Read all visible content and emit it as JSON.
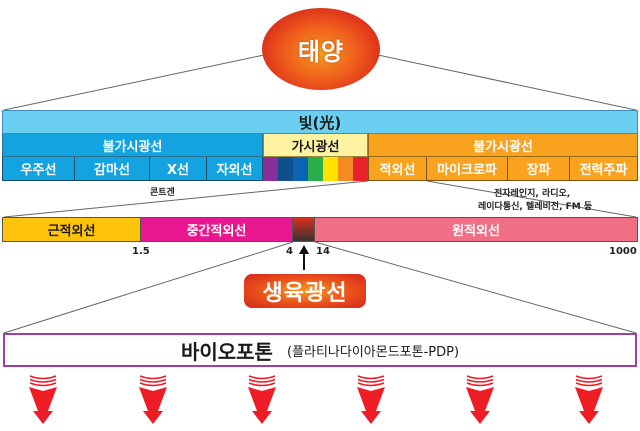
{
  "sun": {
    "label": "태양",
    "color": "#e8401c"
  },
  "spectrum": {
    "title": "빛(光)",
    "bands": [
      {
        "label": "불가시광선",
        "color": "#12a3e0"
      },
      {
        "label": "가시광선",
        "color": "#fef3a1"
      },
      {
        "label": "불가시광선",
        "color": "#f8a21e"
      }
    ],
    "left_types": [
      "우주선",
      "감마선",
      "X선",
      "자외선"
    ],
    "visible_colors": [
      "#8a2e9c",
      "#0f4f8c",
      "#0b63b6",
      "#2eae4a",
      "#ffe200",
      "#f48a22",
      "#e8222b"
    ],
    "right_types": [
      "적외선",
      "마이크로파",
      "장파",
      "전력주파"
    ]
  },
  "notes": {
    "xray_note": "콘트겐",
    "microwave_note_line1": "전자레인지, 라디오,",
    "microwave_note_line2": "레이다통신, 텔레비전, FM 등"
  },
  "infrared": {
    "segments": [
      {
        "label": "근적외선",
        "color": "#fdc40b"
      },
      {
        "label": "중간적외선",
        "color": "#e8168f"
      },
      {
        "label": "",
        "color": "#8a2e24"
      },
      {
        "label": "원적외선",
        "color": "#f06f84"
      }
    ],
    "ticks": [
      "1.5",
      "4",
      "14",
      "1000"
    ]
  },
  "growth_light": {
    "label": "생육광선"
  },
  "biophoton": {
    "title": "바이오포톤",
    "subtitle": "(플라티나다이아몬드포톤-PDP)"
  },
  "arrows": {
    "count": 6,
    "color": "#ee1c25"
  }
}
